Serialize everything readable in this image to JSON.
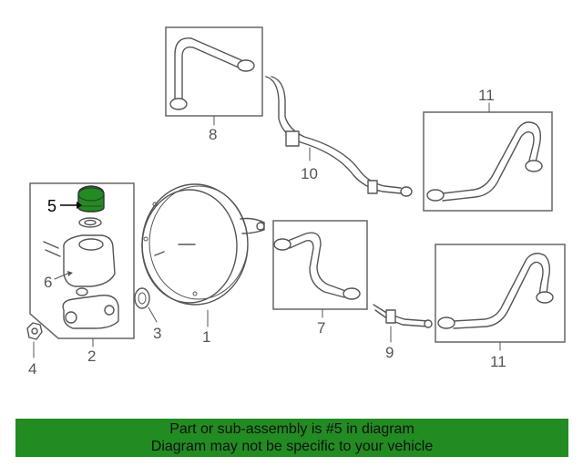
{
  "callouts": {
    "c1": "1",
    "c2": "2",
    "c3": "3",
    "c4": "4",
    "c5": "5",
    "c6": "6",
    "c7": "7",
    "c8": "8",
    "c9": "9",
    "c10": "10",
    "c11_top": "11",
    "c11_bottom": "11"
  },
  "highlight_color": "#228b22",
  "banner": {
    "line1": "Part or sub-assembly is #5 in diagram",
    "line2": "Diagram may not be specific to your vehicle"
  }
}
